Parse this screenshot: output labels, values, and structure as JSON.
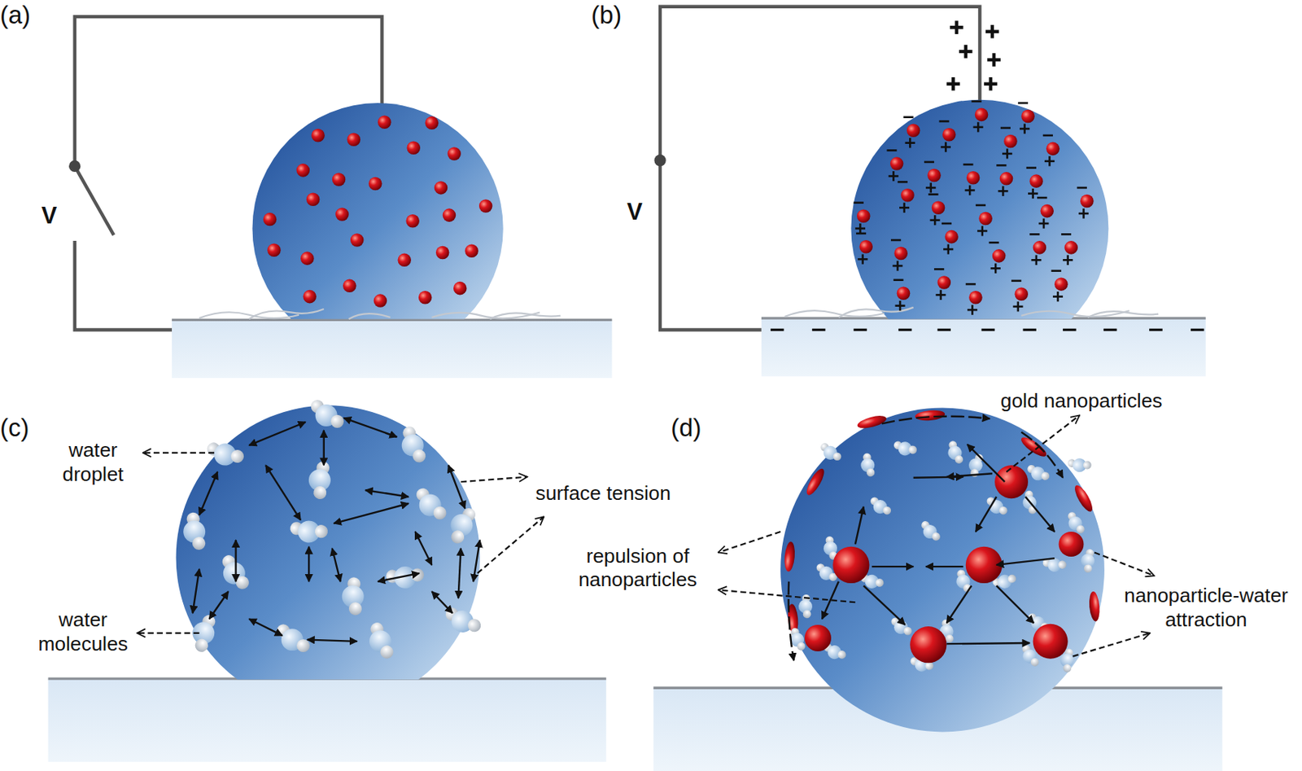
{
  "diagram": {
    "labels": [
      "(a)",
      "V",
      "(b)",
      "V",
      "(c)",
      "water droplet",
      "surface tension",
      "water molecules",
      "(d)",
      "gold nanoparticles",
      "repulsion of nanoparticles",
      "nanoparticle-water attraction"
    ]
  }
}
